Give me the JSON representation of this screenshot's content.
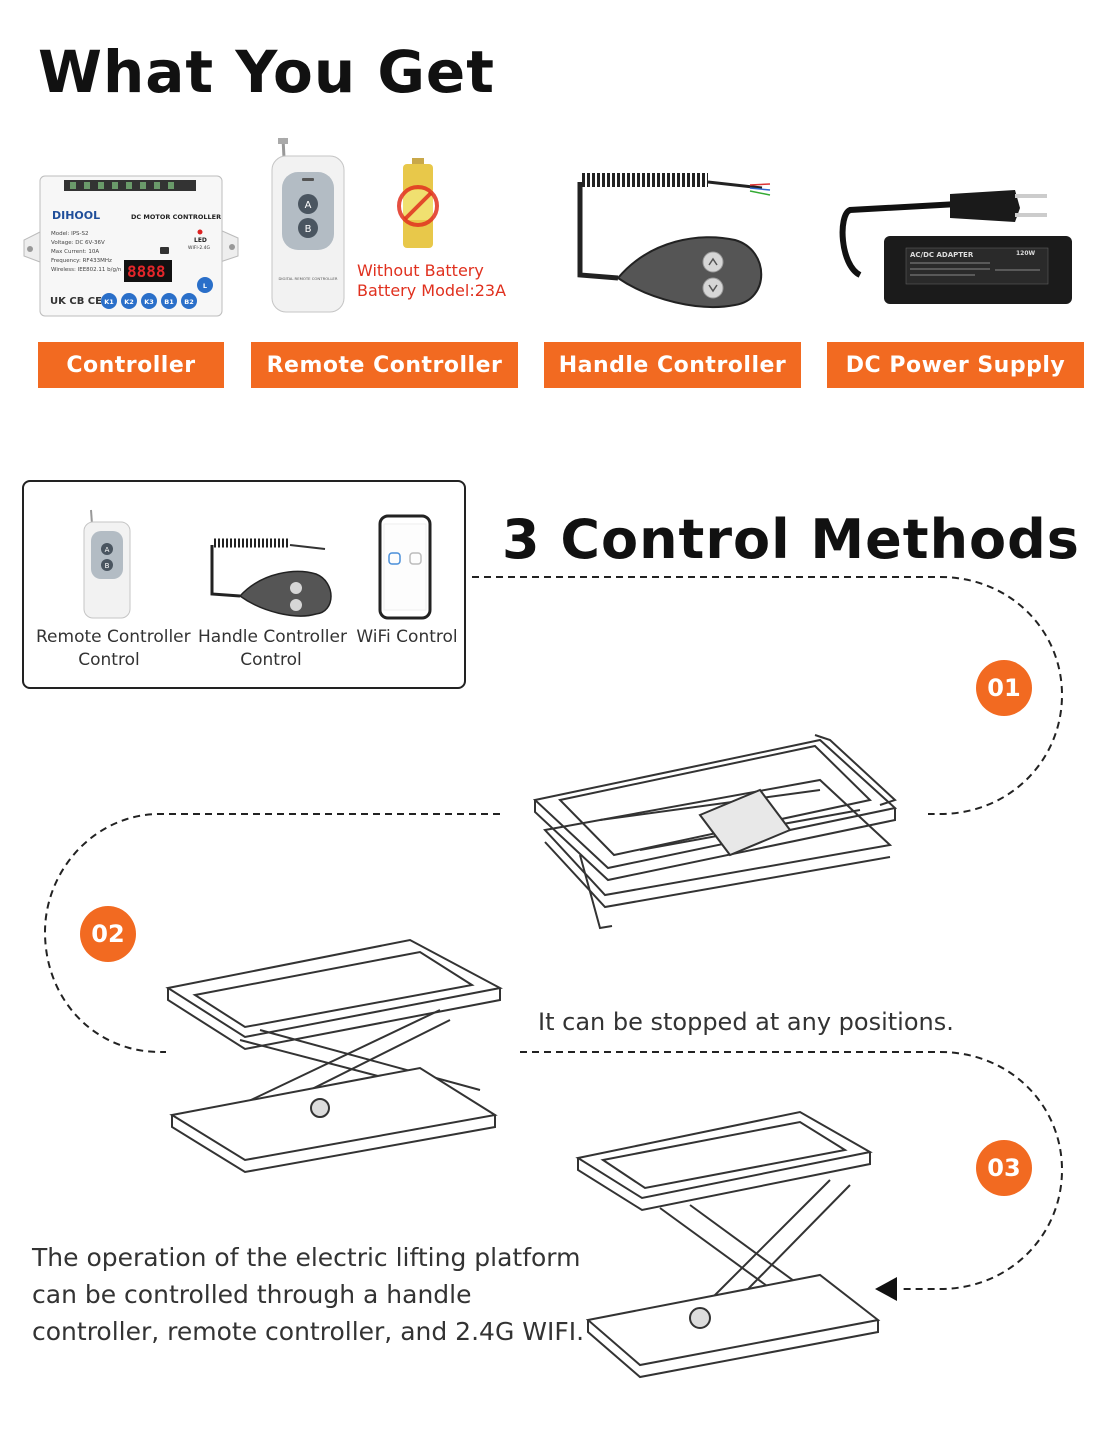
{
  "title": "What You Get",
  "products": [
    {
      "label": "Controller"
    },
    {
      "label": "Remote Controller"
    },
    {
      "label": "Handle Controller"
    },
    {
      "label": "DC Power Supply"
    }
  ],
  "controller_device": {
    "brand": "DIHOOL",
    "header": "DC MOTOR CONTROLLER",
    "specs": [
      "Model: IPS-S2",
      "Voltage: DC 6V-36V",
      "Max Current: 10A",
      "Frequency: RF433MHz",
      "Wireless: IEE802.11 b/g/n"
    ],
    "led_label": "LED",
    "wifi_label": "WIFI-2.4G",
    "display": "8888",
    "cert": "UK CB CE",
    "buttons": [
      "K1",
      "K2",
      "K3",
      "B1",
      "B2"
    ],
    "side_button": "L"
  },
  "remote": {
    "btn_a": "A",
    "btn_b": "B",
    "footer": "DIGITAL REMOTE CONTROLLER"
  },
  "battery_note": {
    "line1": "Without Battery",
    "line2": "Battery Model:23A"
  },
  "adapter": {
    "label": "AC/DC ADAPTER",
    "watt": "120W"
  },
  "methods": {
    "title": "3 Control Methods",
    "items": [
      {
        "line1": "Remote Controller",
        "line2": "Control"
      },
      {
        "line1": "Handle Controller",
        "line2": "Control"
      },
      {
        "line1": "WiFi Control",
        "line2": ""
      }
    ]
  },
  "steps": [
    "01",
    "02",
    "03"
  ],
  "note_stop": "It can be stopped at any positions.",
  "description": [
    "The operation of the electric lifting platform",
    "can be controlled through a handle",
    "controller, remote controller, and 2.4G WIFI."
  ],
  "colors": {
    "accent": "#f26a21",
    "battery_note": "#e0301e"
  }
}
